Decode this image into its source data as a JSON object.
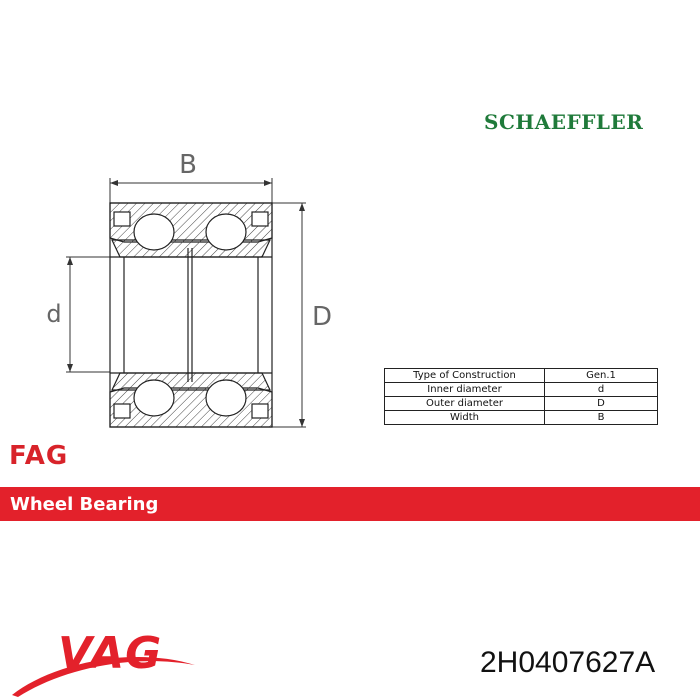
{
  "brands": {
    "schaeffler": "SCHAEFFLER",
    "fag": "FAG",
    "vag": "VAG"
  },
  "drawing": {
    "label_width": "B",
    "label_inner": "d",
    "label_outer": "D"
  },
  "spec_table": {
    "rows": [
      {
        "label": "Type of Construction",
        "value": "Gen.1"
      },
      {
        "label": "Inner  diameter",
        "value": "d"
      },
      {
        "label": "Outer diameter",
        "value": "D"
      },
      {
        "label": "Width",
        "value": "B"
      }
    ]
  },
  "banner": {
    "title": "Wheel Bearing",
    "color": "#e3212b"
  },
  "part_number": "2H0407627A",
  "colors": {
    "schaeffler_green": "#1f7a3a",
    "fag_red": "#d8232a"
  }
}
